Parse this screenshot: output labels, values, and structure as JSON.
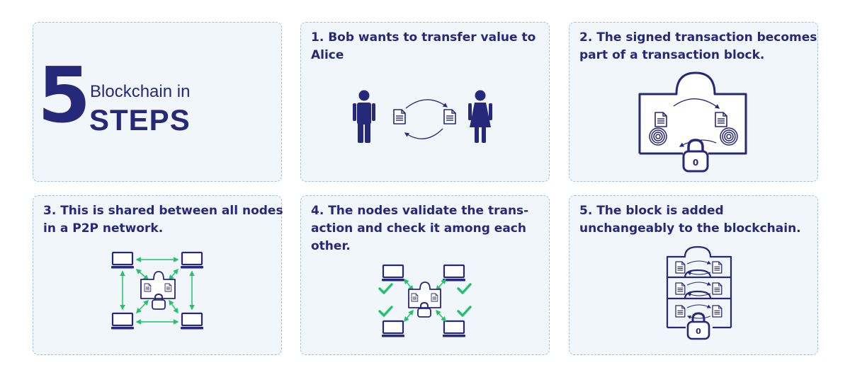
{
  "header": {
    "number": "5",
    "subtitle": "Blockchain in",
    "title": "STEPS"
  },
  "steps": [
    {
      "text": "1. Bob wants to transfer value to\nAlice"
    },
    {
      "text": "2. The signed transaction becomes\npart of a transaction block."
    },
    {
      "text": "3. This is shared between all nodes\nin a P2P network."
    },
    {
      "text": "4. The nodes validate the trans-\naction and check it among each\nother."
    },
    {
      "text": "5. The block is added\nunchangeably to the blockchain."
    }
  ],
  "icons": {
    "lock_label": "0"
  },
  "colors": {
    "navy": "#26287a",
    "green": "#22c36a",
    "card_bg": "#f1f6fb",
    "card_border": "#9fc2dc"
  }
}
